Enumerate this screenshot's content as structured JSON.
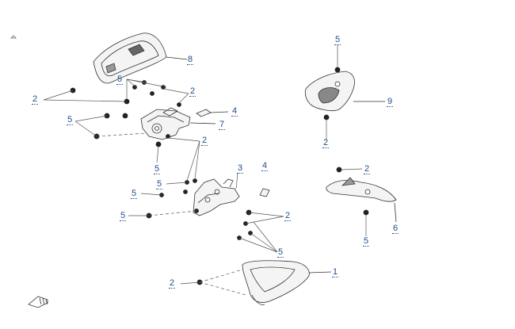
{
  "diagram": {
    "callouts": [
      {
        "id": "c1",
        "text": "1"
      },
      {
        "id": "c2a",
        "text": "2"
      },
      {
        "id": "c2b",
        "text": "2"
      },
      {
        "id": "c2c",
        "text": "2"
      },
      {
        "id": "c2d",
        "text": "2"
      },
      {
        "id": "c2e",
        "text": "2"
      },
      {
        "id": "c2f",
        "text": "2"
      },
      {
        "id": "c2g",
        "text": "2"
      },
      {
        "id": "c3",
        "text": "3"
      },
      {
        "id": "c4a",
        "text": "4"
      },
      {
        "id": "c4b",
        "text": "4"
      },
      {
        "id": "c5a",
        "text": "5"
      },
      {
        "id": "c5b",
        "text": "5"
      },
      {
        "id": "c5c",
        "text": "5"
      },
      {
        "id": "c5d",
        "text": "5"
      },
      {
        "id": "c5e",
        "text": "5"
      },
      {
        "id": "c5f",
        "text": "5"
      },
      {
        "id": "c5g",
        "text": "5"
      },
      {
        "id": "c5h",
        "text": "5"
      },
      {
        "id": "c5i",
        "text": "5"
      },
      {
        "id": "c6",
        "text": "6"
      },
      {
        "id": "c7",
        "text": "7"
      },
      {
        "id": "c8",
        "text": "8"
      },
      {
        "id": "c9",
        "text": "9"
      }
    ]
  },
  "colors": {
    "callout_text": "#1f4f8a",
    "line": "#333333",
    "part_fill": "#f4f4f4",
    "fastener": "#222222"
  }
}
